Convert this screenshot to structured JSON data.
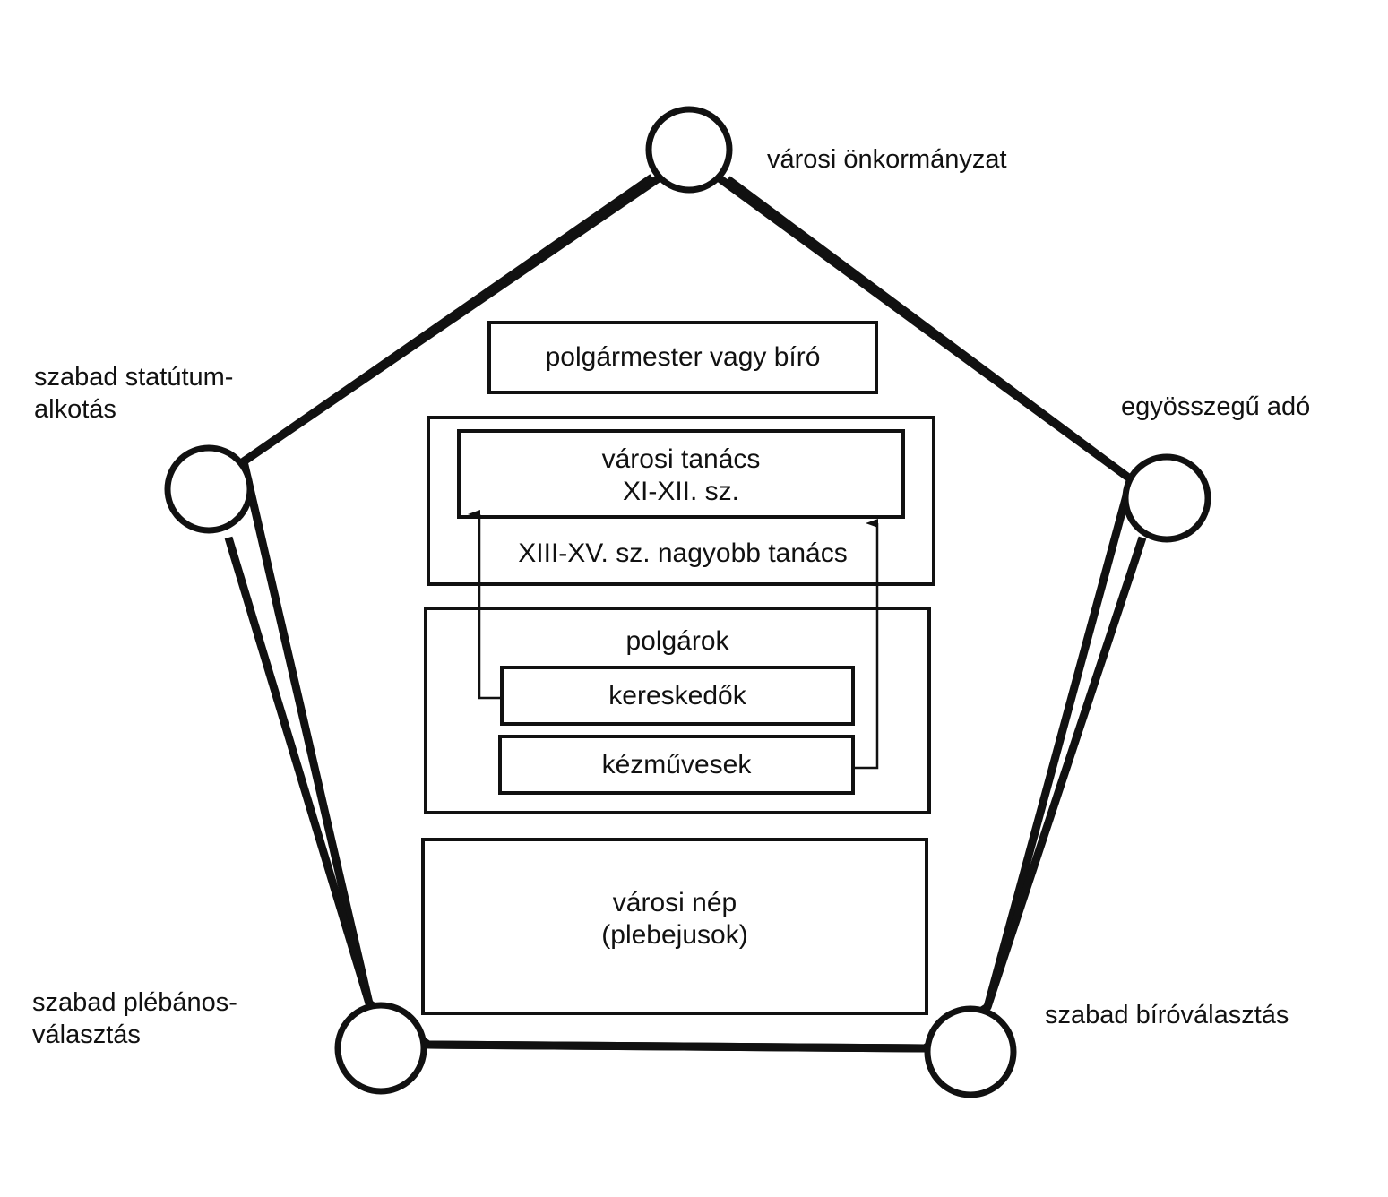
{
  "corners": {
    "top": "városi önkormányzat",
    "left_line1": "szabad statútum-",
    "left_line2": "alkotás",
    "right": "egyösszegű adó",
    "bottom_left_line1": "szabad plébános-",
    "bottom_left_line2": "választás",
    "bottom_right": "szabad bíróválasztás"
  },
  "boxes": {
    "mayor": "polgármester vagy bíró",
    "council_line1": "városi tanács",
    "council_line2": "XI-XII. sz.",
    "greater_council": "XIII-XV. sz. nagyobb tanács",
    "citizens": "polgárok",
    "merchants": "kereskedők",
    "craftsmen": "kézművesek",
    "people_line1": "városi nép",
    "people_line2": "(plebejusok)"
  }
}
